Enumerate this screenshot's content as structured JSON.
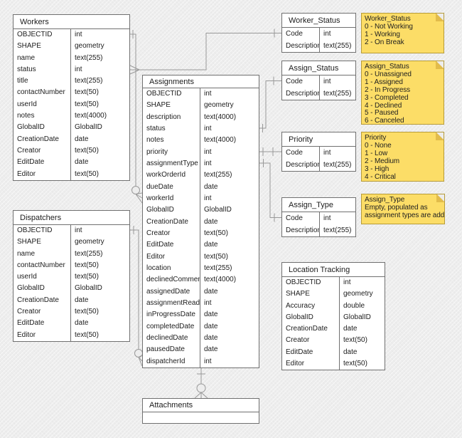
{
  "diagram": {
    "tables": [
      {
        "id": "workers",
        "title": "Workers",
        "fields": [
          [
            "OBJECTID",
            "int"
          ],
          [
            "SHAPE",
            "geometry"
          ],
          [
            "name",
            "text(255)"
          ],
          [
            "status",
            "int"
          ],
          [
            "title",
            "text(255)"
          ],
          [
            "contactNumber",
            "text(50)"
          ],
          [
            "userId",
            "text(50)"
          ],
          [
            "notes",
            "text(4000)"
          ],
          [
            "GlobalID",
            "GlobalID"
          ],
          [
            "CreationDate",
            "date"
          ],
          [
            "Creator",
            "text(50)"
          ],
          [
            "EditDate",
            "date"
          ],
          [
            "Editor",
            "text(50)"
          ]
        ]
      },
      {
        "id": "dispatchers",
        "title": "Dispatchers",
        "fields": [
          [
            "OBJECTID",
            "int"
          ],
          [
            "SHAPE",
            "geometry"
          ],
          [
            "name",
            "text(255)"
          ],
          [
            "contactNumber",
            "text(50)"
          ],
          [
            "userId",
            "text(50)"
          ],
          [
            "GlobalID",
            "GlobalID"
          ],
          [
            "CreationDate",
            "date"
          ],
          [
            "Creator",
            "text(50)"
          ],
          [
            "EditDate",
            "date"
          ],
          [
            "Editor",
            "text(50)"
          ]
        ]
      },
      {
        "id": "assignments",
        "title": "Assignments",
        "fields": [
          [
            "OBJECTID",
            "int"
          ],
          [
            "SHAPE",
            "geometry"
          ],
          [
            "description",
            "text(4000)"
          ],
          [
            "status",
            "int"
          ],
          [
            "notes",
            "text(4000)"
          ],
          [
            "priority",
            "int"
          ],
          [
            "assignmentType",
            "int"
          ],
          [
            "workOrderId",
            "text(255)"
          ],
          [
            "dueDate",
            "date"
          ],
          [
            "workerId",
            "int"
          ],
          [
            "GlobalID",
            "GlobalID"
          ],
          [
            "CreationDate",
            "date"
          ],
          [
            "Creator",
            "text(50)"
          ],
          [
            "EditDate",
            "date"
          ],
          [
            "Editor",
            "text(50)"
          ],
          [
            "location",
            "text(255)"
          ],
          [
            "declinedComment",
            "text(4000)"
          ],
          [
            "assignedDate",
            "date"
          ],
          [
            "assignmentRead",
            "int"
          ],
          [
            "inProgressDate",
            "date"
          ],
          [
            "completedDate",
            "date"
          ],
          [
            "declinedDate",
            "date"
          ],
          [
            "pausedDate",
            "date"
          ],
          [
            "dispatcherId",
            "int"
          ]
        ]
      },
      {
        "id": "worker-status",
        "title": "Worker_Status",
        "fields": [
          [
            "Code",
            "int"
          ],
          [
            "Description",
            "text(255)"
          ]
        ]
      },
      {
        "id": "assign-status",
        "title": "Assign_Status",
        "fields": [
          [
            "Code",
            "int"
          ],
          [
            "Description",
            "text(255)"
          ]
        ]
      },
      {
        "id": "priority",
        "title": "Priority",
        "fields": [
          [
            "Code",
            "int"
          ],
          [
            "Description",
            "text(255)"
          ]
        ]
      },
      {
        "id": "assign-type",
        "title": "Assign_Type",
        "fields": [
          [
            "Code",
            "int"
          ],
          [
            "Description",
            "text(255)"
          ]
        ]
      },
      {
        "id": "location-tracking",
        "title": "Location Tracking",
        "fields": [
          [
            "OBJECTID",
            "int"
          ],
          [
            "SHAPE",
            "geometry"
          ],
          [
            "Accuracy",
            "double"
          ],
          [
            "GlobalID",
            "GlobalID"
          ],
          [
            "CreationDate",
            "date"
          ],
          [
            "Creator",
            "text(50)"
          ],
          [
            "EditDate",
            "date"
          ],
          [
            "Editor",
            "text(50)"
          ]
        ]
      },
      {
        "id": "attachments",
        "title": "Attachments",
        "fields": []
      }
    ],
    "notes": [
      {
        "id": "note-worker-status",
        "lines": [
          "Worker_Status",
          "0 - Not Working",
          "1 - Working",
          "2 - On Break"
        ]
      },
      {
        "id": "note-assign-status",
        "lines": [
          "Assign_Status",
          "0 - Unassigned",
          "1 - Assigned",
          "2 - In Progress",
          "3 - Completed",
          "4 - Declined",
          "5 - Paused",
          "6 - Canceled"
        ]
      },
      {
        "id": "note-priority",
        "lines": [
          "Priority",
          "0 - None",
          "1 - Low",
          "2 - Medium",
          "3 - High",
          "4 - Critical"
        ]
      },
      {
        "id": "note-assign-type",
        "lines": [
          "Assign_Type",
          "Empty, populated as",
          "assignment types are added"
        ]
      }
    ],
    "colors": {
      "canvas_bg": "#ededed",
      "table_fill": "#ffffff",
      "table_border": "#707070",
      "line": "#999999",
      "note_fill": "#fcdd67",
      "note_border": "#b69b39",
      "note_fold": "#e2bc4a"
    }
  }
}
